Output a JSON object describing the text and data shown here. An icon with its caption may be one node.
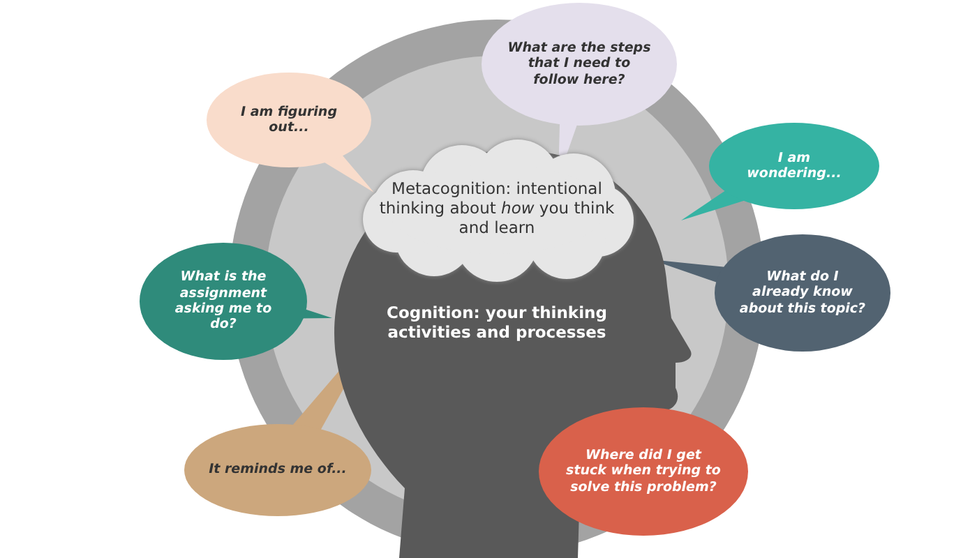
{
  "diagram": {
    "nodes": [
      {
        "text": [
          "What are the steps that I need to follow here?"
        ]
      },
      {
        "text": [
          "I am figuring out..."
        ]
      },
      {
        "text": [
          "I am wondering..."
        ]
      },
      {
        "text": [
          "Cognition: your thinking activities and processes"
        ]
      },
      {
        "text": [
          "Metacognition: intentional thinking about *how* you think and learn"
        ]
      },
      {
        "text": [
          "What do I already know about this topic?"
        ]
      },
      {
        "text": [
          "What is the assignment asking me to do?"
        ]
      },
      {
        "text": [
          "It reminds me of..."
        ]
      },
      {
        "text": [
          "Where did I get stuck when trying to solve this problem?"
        ]
      }
    ]
  }
}
